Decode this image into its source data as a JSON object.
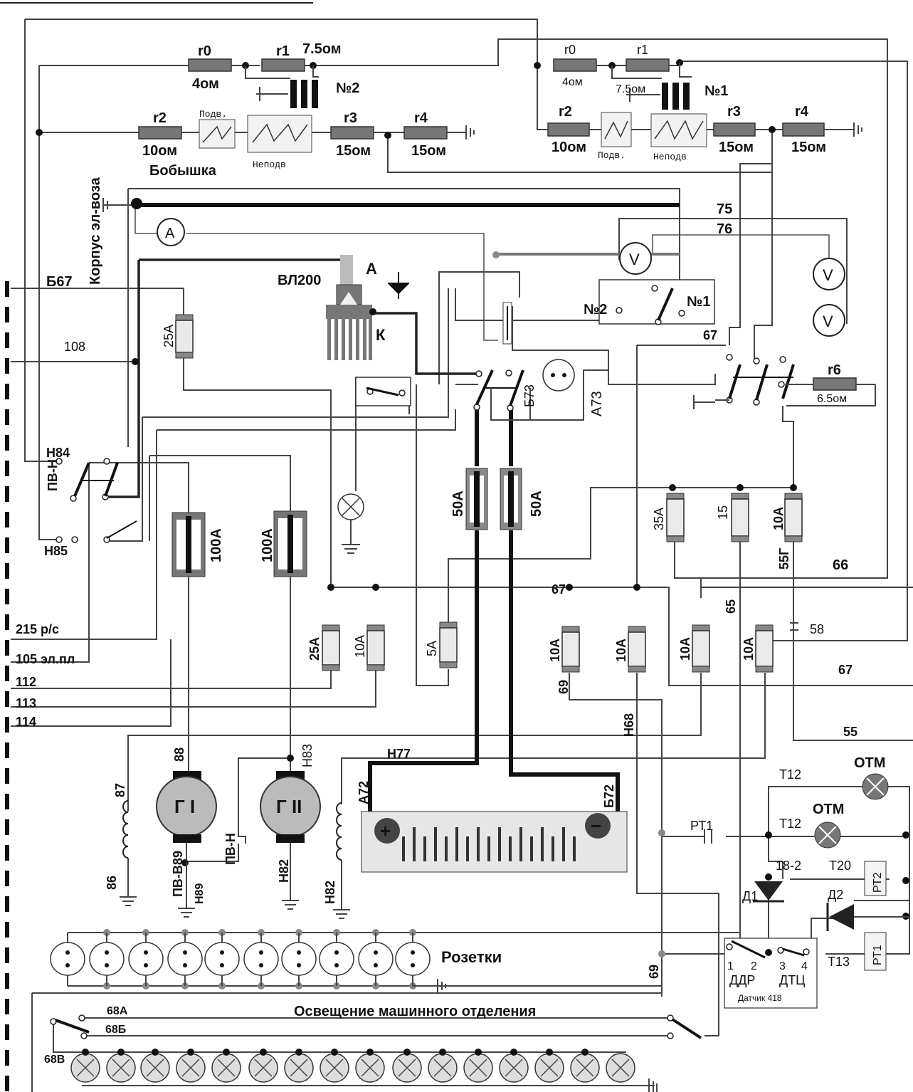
{
  "labels": {
    "r0_left": "r0",
    "r1_left": "r1",
    "r1_left_value": "7.5ом",
    "r0_left_value": "4ом",
    "relay2_left": "№2",
    "r2_left": "r2",
    "r2_left_value": "10ом",
    "podv_left": "Подв.",
    "nepodv_left": "Неподв",
    "r3_left": "r3",
    "r3_left_value": "15ом",
    "r4_left": "r4",
    "r4_left_value": "15ом",
    "r0_right": "r0",
    "r0_right_value": "4ом",
    "r1_right": "r1",
    "r1_right_value": "7.5ом",
    "relay1_right": "№1",
    "r2_right": "r2",
    "r2_right_value": "10ом",
    "podv_right": "Подв.",
    "nepodv_right": "Неподв",
    "r3_right": "r3",
    "r3_right_value": "15ом",
    "r4_right": "r4",
    "r4_right_value": "15ом",
    "body": "Корпус эл-воза",
    "boss": "Бобышка",
    "ammeter": "A",
    "voltmeter": "V",
    "w75": "75",
    "w76": "76",
    "b67": "Б67",
    "w108": "108",
    "fuse25a_top": "25A",
    "vl200": "ВЛ200",
    "diode_a": "A",
    "diode_k": "К",
    "sw2": "№2",
    "sw1": "№1",
    "w67_top": "67",
    "r6": "r6",
    "r6_value": "6.5ом",
    "b73": "Б73",
    "a73": "А73",
    "h84": "Н84",
    "pvn": "ПВ-Н",
    "h85": "Н85",
    "f100a_1": "100A",
    "f100a_2": "100A",
    "f50a_1": "50A",
    "f50a_2": "50A",
    "f35a": "35A",
    "f15": "15",
    "f10a_55g": "10A",
    "w55g": "55Г",
    "w66": "66",
    "w67_mid": "67",
    "w65": "65",
    "w58": "58",
    "w67_right": "67",
    "f25a_bot": "25A",
    "f10a_1": "10A",
    "f5a": "5A",
    "f10a_2": "10A",
    "f10a_3": "10A",
    "f10a_4": "10A",
    "f10a_5": "10A",
    "w69": "69",
    "h68": "Н68",
    "w215": "215 р/с",
    "w105": "105 эл.пл",
    "w112": "112",
    "w113": "113",
    "w114": "114",
    "w55": "55",
    "w87": "87",
    "w86": "86",
    "w88": "88",
    "gen1": "Г I",
    "gen2": "Г II",
    "pvv89": "ПВ-В89",
    "h89": "Н89",
    "pvn2": "ПВ-Н",
    "h83": "Н83",
    "h82_1": "Н82",
    "h82_2": "Н82",
    "h77": "Н77",
    "a72": "А72",
    "b72": "Б72",
    "plus": "+",
    "minus": "−",
    "otm1": "ОТМ",
    "otm2": "ОТМ",
    "t12_1": "Т12",
    "t12_2": "Т12",
    "rt1_top": "РТ1",
    "w18_2": "18-2",
    "t20": "Т20",
    "rt2": "РТ2",
    "d1": "Д1",
    "d2": "Д2",
    "rt1_box": "РТ1",
    "t13": "Т13",
    "n1": "1",
    "n2": "2",
    "n3": "3",
    "n4": "4",
    "ddr": "ДДР",
    "dtc": "ДТЦ",
    "sensor": "Датчик 418",
    "sockets": "Розетки",
    "w69_bot": "69",
    "w68a": "68А",
    "w68b": "68Б",
    "w68v": "68В",
    "lighting": "Освещение машинного отделения"
  },
  "icons": [
    "resistor",
    "relay-coil",
    "heater",
    "ammeter-icon",
    "voltmeter-icon",
    "diode-icon",
    "fuse-icon",
    "switch-icon",
    "lamp-icon",
    "ground-icon",
    "generator-icon",
    "battery-icon",
    "socket-icon"
  ],
  "colors": {
    "wire": "#444444",
    "heavy_wire": "#111111",
    "resistor": "#777777",
    "fuse_body": "#eaeaea"
  }
}
